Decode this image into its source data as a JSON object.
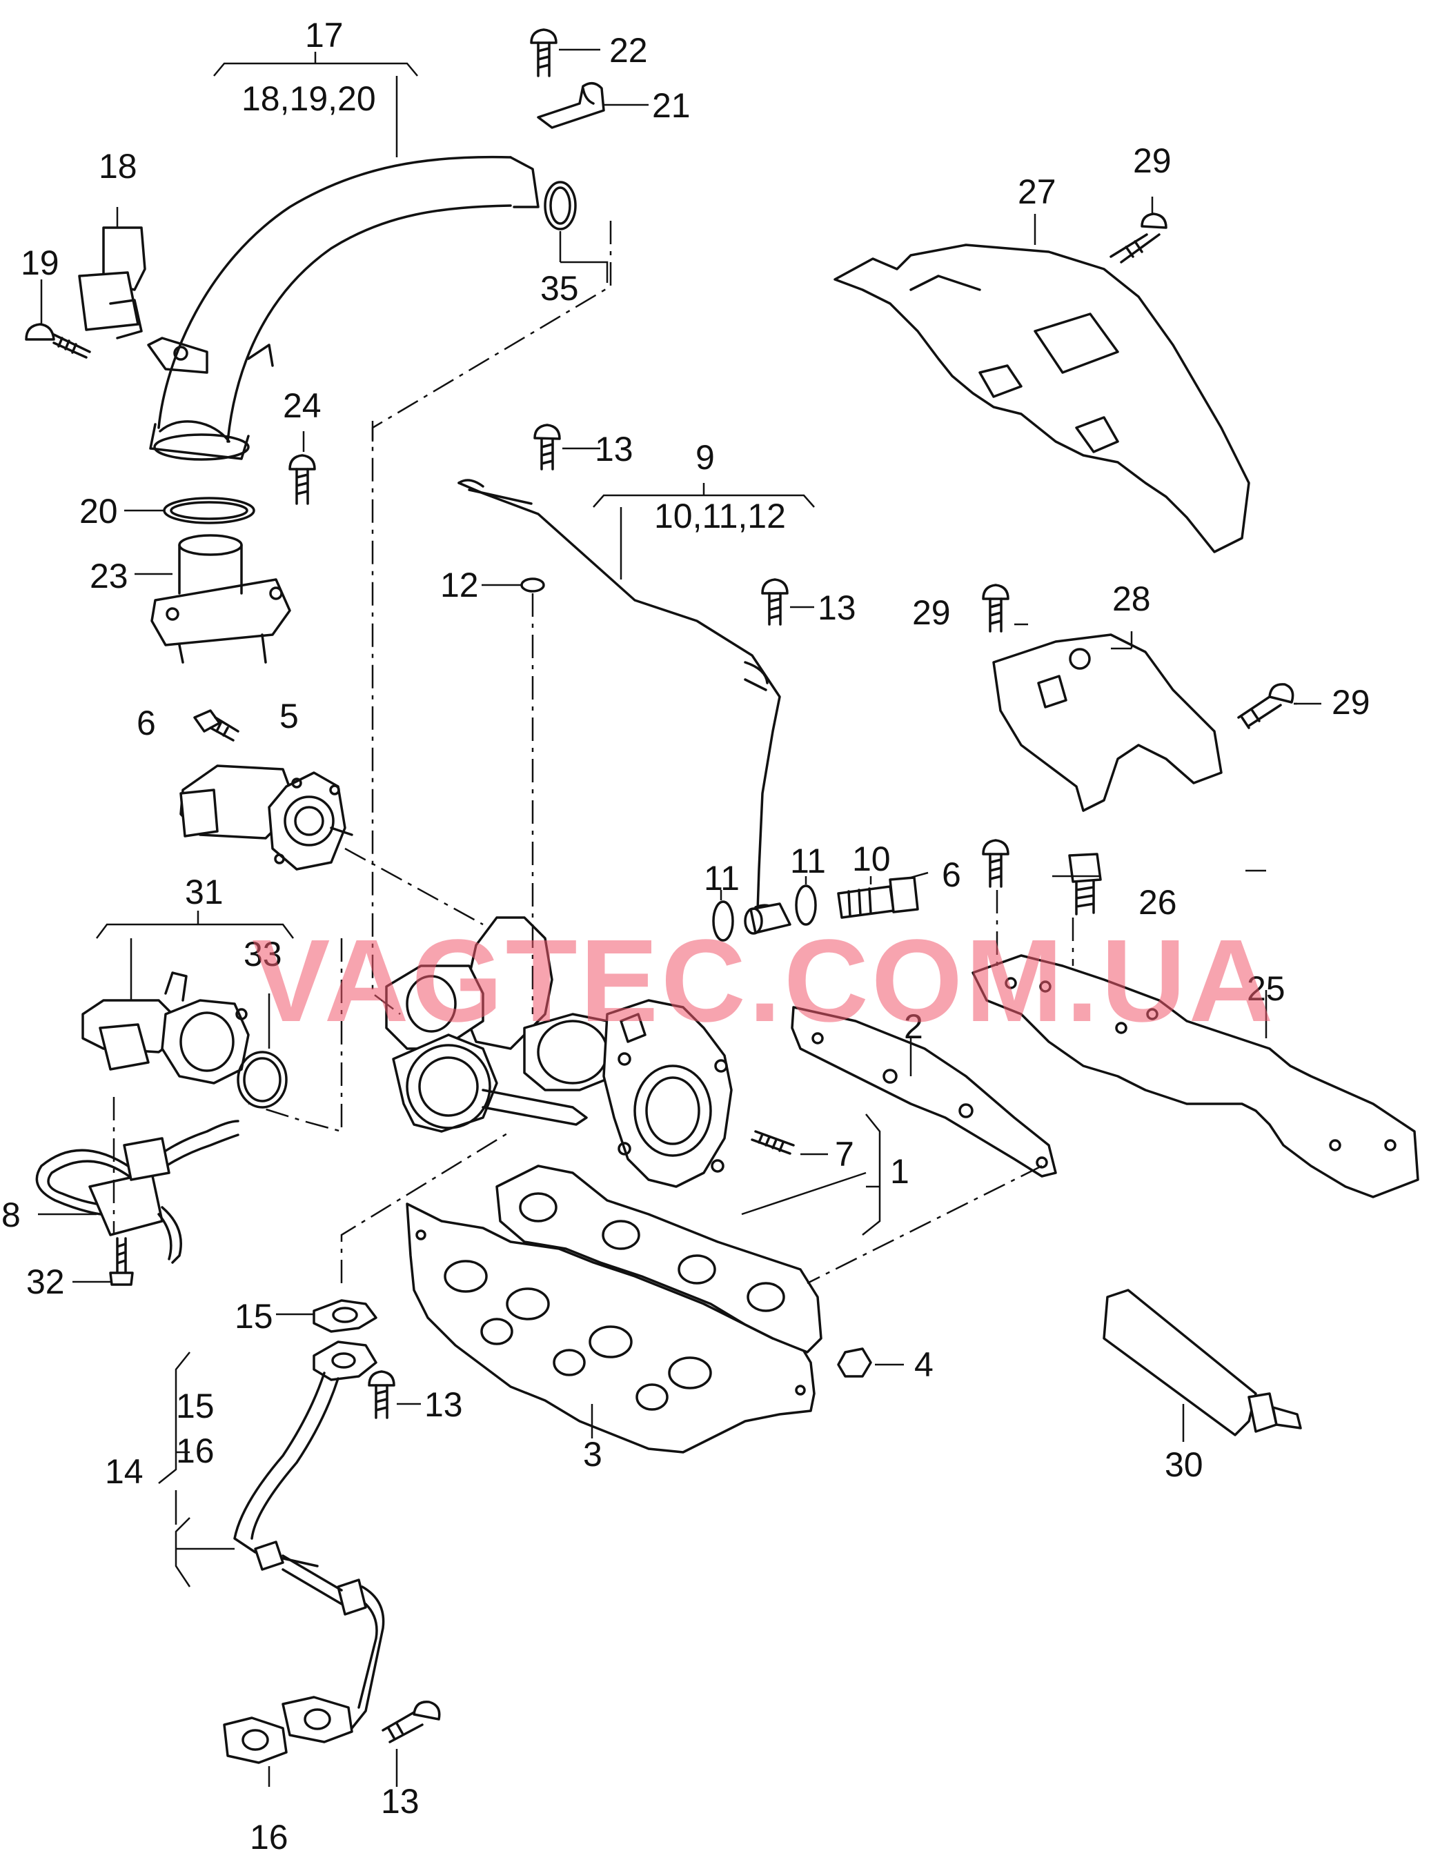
{
  "watermark": "VAGTEC.COM.UA",
  "callouts": {
    "c1": "1",
    "c2": "2",
    "c3": "3",
    "c4": "4",
    "c5": "5",
    "c6a": "6",
    "c6b": "6",
    "c7": "7",
    "c8": "8",
    "c9": "9",
    "c9sub": "10,11,12",
    "c10": "10",
    "c11a": "11",
    "c11b": "11",
    "c12": "12",
    "c13a": "13",
    "c13b": "13",
    "c13c": "13",
    "c13d": "13",
    "c14": "14",
    "c14a": "15",
    "c14b": "16",
    "c15": "15",
    "c16": "16",
    "c17": "17",
    "c17sub": "18,19,20",
    "c18": "18",
    "c19": "19",
    "c20": "20",
    "c21": "21",
    "c22": "22",
    "c23": "23",
    "c24": "24",
    "c25": "25",
    "c26": "26",
    "c27": "27",
    "c28": "28",
    "c29a": "29",
    "c29b": "29",
    "c29c": "29",
    "c30": "30",
    "c31": "31",
    "c32": "32",
    "c33": "33",
    "c35": "35"
  }
}
